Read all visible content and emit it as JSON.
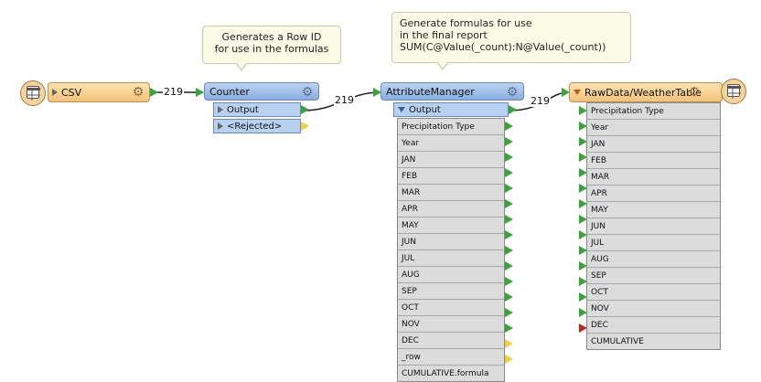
{
  "annotations": {
    "counter_note": [
      "Generates a Row ID",
      "for use in the formulas"
    ],
    "attr_note": [
      "Generate formulas for use",
      "in the final report",
      "SUM(C@Value(_count):N@Value(_count))"
    ]
  },
  "reader": {
    "label": "CSV",
    "count": "219"
  },
  "counter": {
    "title": "Counter",
    "output": "Output",
    "rejected": "<Rejected>",
    "count": "219"
  },
  "attribute_manager": {
    "title": "AttributeManager",
    "output": "Output",
    "count": "219",
    "attributes": [
      "Precipitation Type",
      "Year",
      "JAN",
      "FEB",
      "MAR",
      "APR",
      "MAY",
      "JUN",
      "JUL",
      "AUG",
      "SEP",
      "OCT",
      "NOV",
      "DEC",
      "_row",
      "CUMULATIVE.formula"
    ]
  },
  "writer": {
    "title": "RawData/WeatherTable",
    "attributes": [
      "Precipitation Type",
      "Year",
      "JAN",
      "FEB",
      "MAR",
      "APR",
      "MAY",
      "JUN",
      "JUL",
      "AUG",
      "SEP",
      "OCT",
      "NOV",
      "DEC",
      "CUMULATIVE"
    ]
  },
  "colors": {
    "header_blue": "#9dbfe8",
    "reader_orange": "#f3c27a",
    "port_green": "#3aa33a",
    "port_yellow": "#f4d03f",
    "port_red": "#c0281f"
  },
  "icons": {
    "gear": "gear-icon",
    "table": "table-icon"
  }
}
